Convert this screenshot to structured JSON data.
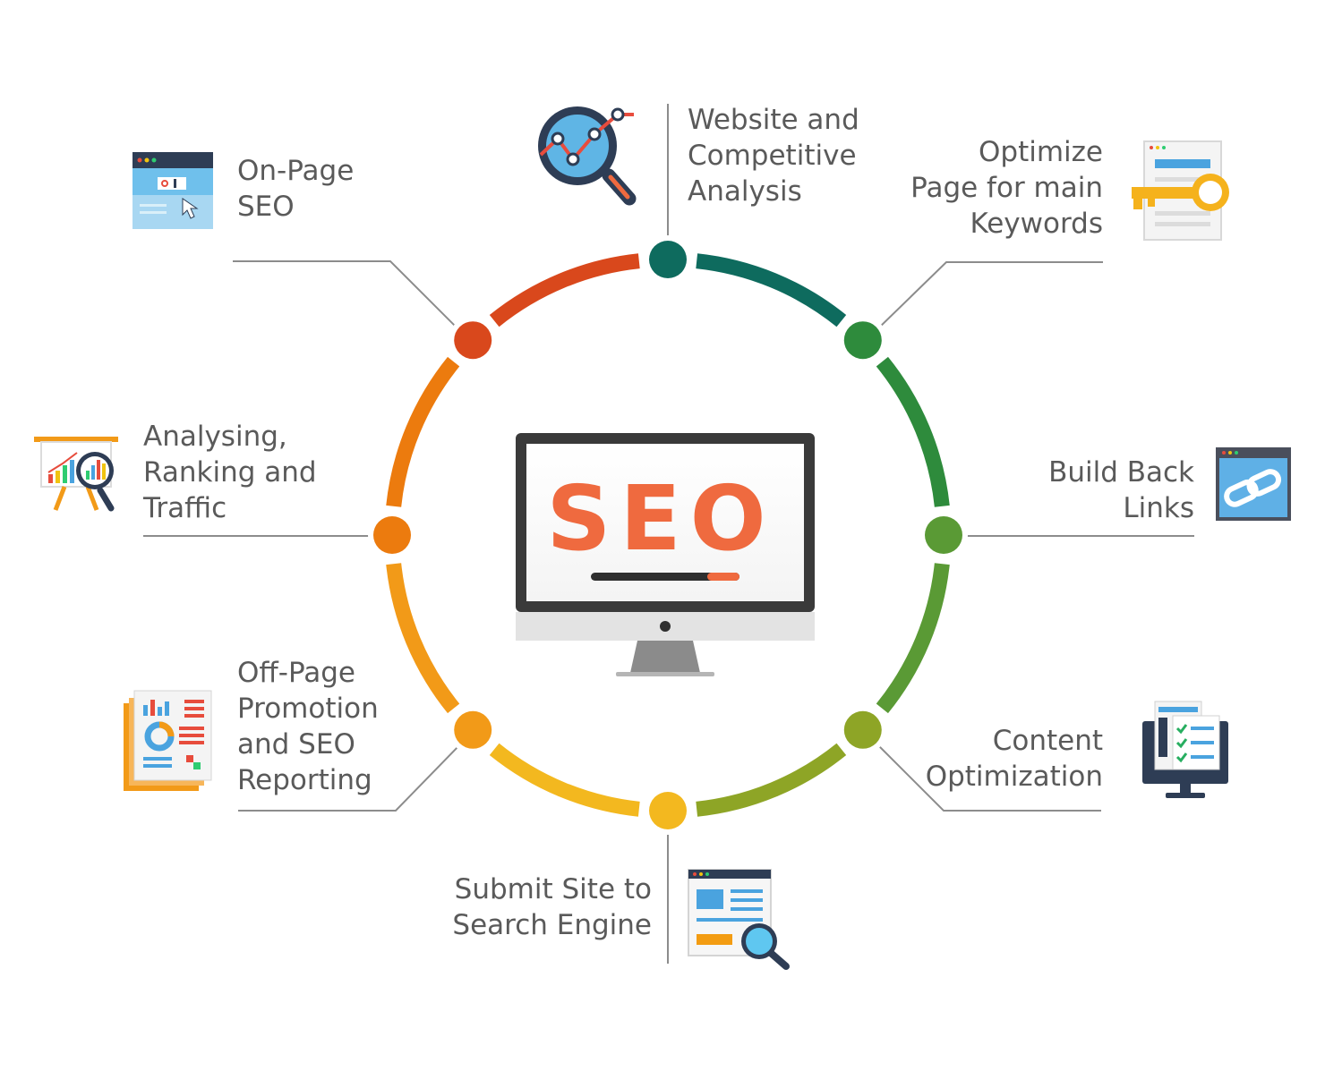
{
  "center": {
    "label": "SEO"
  },
  "steps": [
    {
      "id": "website-analysis",
      "lines": [
        "Website and",
        "Competitive",
        "Analysis"
      ],
      "color": "#0e6b5e",
      "icon": "magnifier-graph-icon"
    },
    {
      "id": "optimize-keywords",
      "lines": [
        "Optimize",
        "Page for main",
        "Keywords"
      ],
      "color": "#2e8b3c",
      "icon": "key-document-icon"
    },
    {
      "id": "build-back-links",
      "lines": [
        "Build Back",
        "Links"
      ],
      "color": "#5a9a35",
      "icon": "chain-link-window-icon"
    },
    {
      "id": "content-optimization",
      "lines": [
        "Content",
        "Optimization"
      ],
      "color": "#8ea526",
      "icon": "monitor-checklist-icon"
    },
    {
      "id": "submit-site",
      "lines": [
        "Submit Site to",
        "Search Engine"
      ],
      "color": "#f3b81f",
      "icon": "search-document-icon"
    },
    {
      "id": "off-page-promotion",
      "lines": [
        "Off-Page",
        "Promotion",
        "and SEO",
        "Reporting"
      ],
      "color": "#f29a18",
      "icon": "report-documents-icon"
    },
    {
      "id": "analysing-ranking",
      "lines": [
        "Analysing,",
        "Ranking and",
        "Traffic"
      ],
      "color": "#ec7b0e",
      "icon": "presentation-chart-icon"
    },
    {
      "id": "on-page-seo",
      "lines": [
        "On-Page",
        "SEO"
      ],
      "color": "#d9481c",
      "icon": "browser-search-icon"
    }
  ]
}
